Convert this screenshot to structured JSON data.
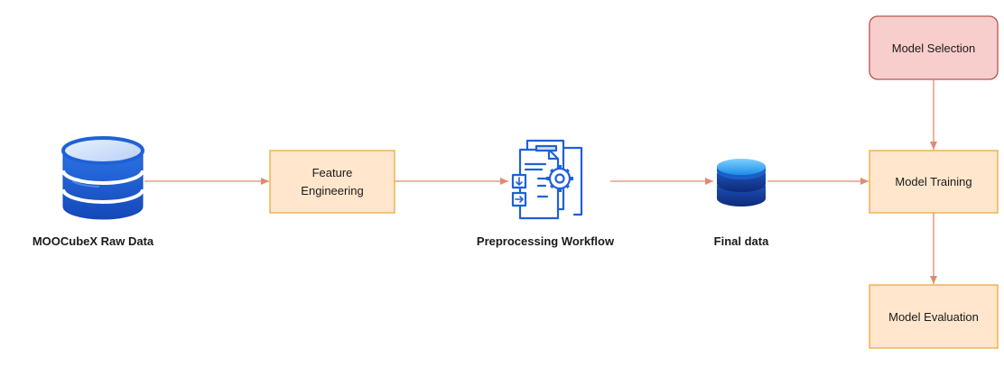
{
  "diagram": {
    "colors": {
      "process_fill": "#ffe6cc",
      "process_stroke": "#e8ab3c",
      "selection_fill": "#f8cecc",
      "selection_stroke": "#b85450",
      "arrow": "#e08a72",
      "db_blue": "#1f61d6",
      "db_dark": "#12307f",
      "db_light": "#cfe0fb",
      "caption": "#1a1a1a"
    },
    "nodes": {
      "raw_data": {
        "label": "MOOCubeX Raw Data",
        "icon": "database-icon"
      },
      "feature_engineering": {
        "label_line1": "Feature",
        "label_line2": "Engineering"
      },
      "preprocessing": {
        "label": "Preprocessing Workflow",
        "icon": "document-gear-icon"
      },
      "final_data": {
        "label": "Final data",
        "icon": "database-icon"
      },
      "model_selection": {
        "label": "Model Selection"
      },
      "model_training": {
        "label": "Model Training"
      },
      "model_evaluation": {
        "label": "Model Evaluation"
      }
    }
  }
}
